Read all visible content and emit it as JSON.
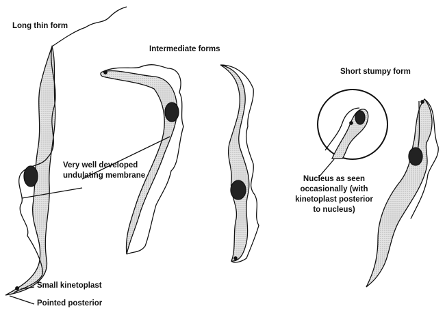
{
  "labels": {
    "long_thin": "Long thin form",
    "intermediate": "Intermediate forms",
    "short_stumpy": "Short stumpy form",
    "membrane_line1": "Very well developed",
    "membrane_line2": "undulating membrane",
    "nucleus_line1": "Nucleus as seen",
    "nucleus_line2": "occasionally (with",
    "nucleus_line3": "kinetoplast posterior",
    "nucleus_line4": "to nucleus)",
    "kinetoplast": "Small kinetoplast",
    "posterior": "Pointed posterior"
  },
  "colors": {
    "body": "#d6d6d6",
    "ink": "#111111"
  }
}
